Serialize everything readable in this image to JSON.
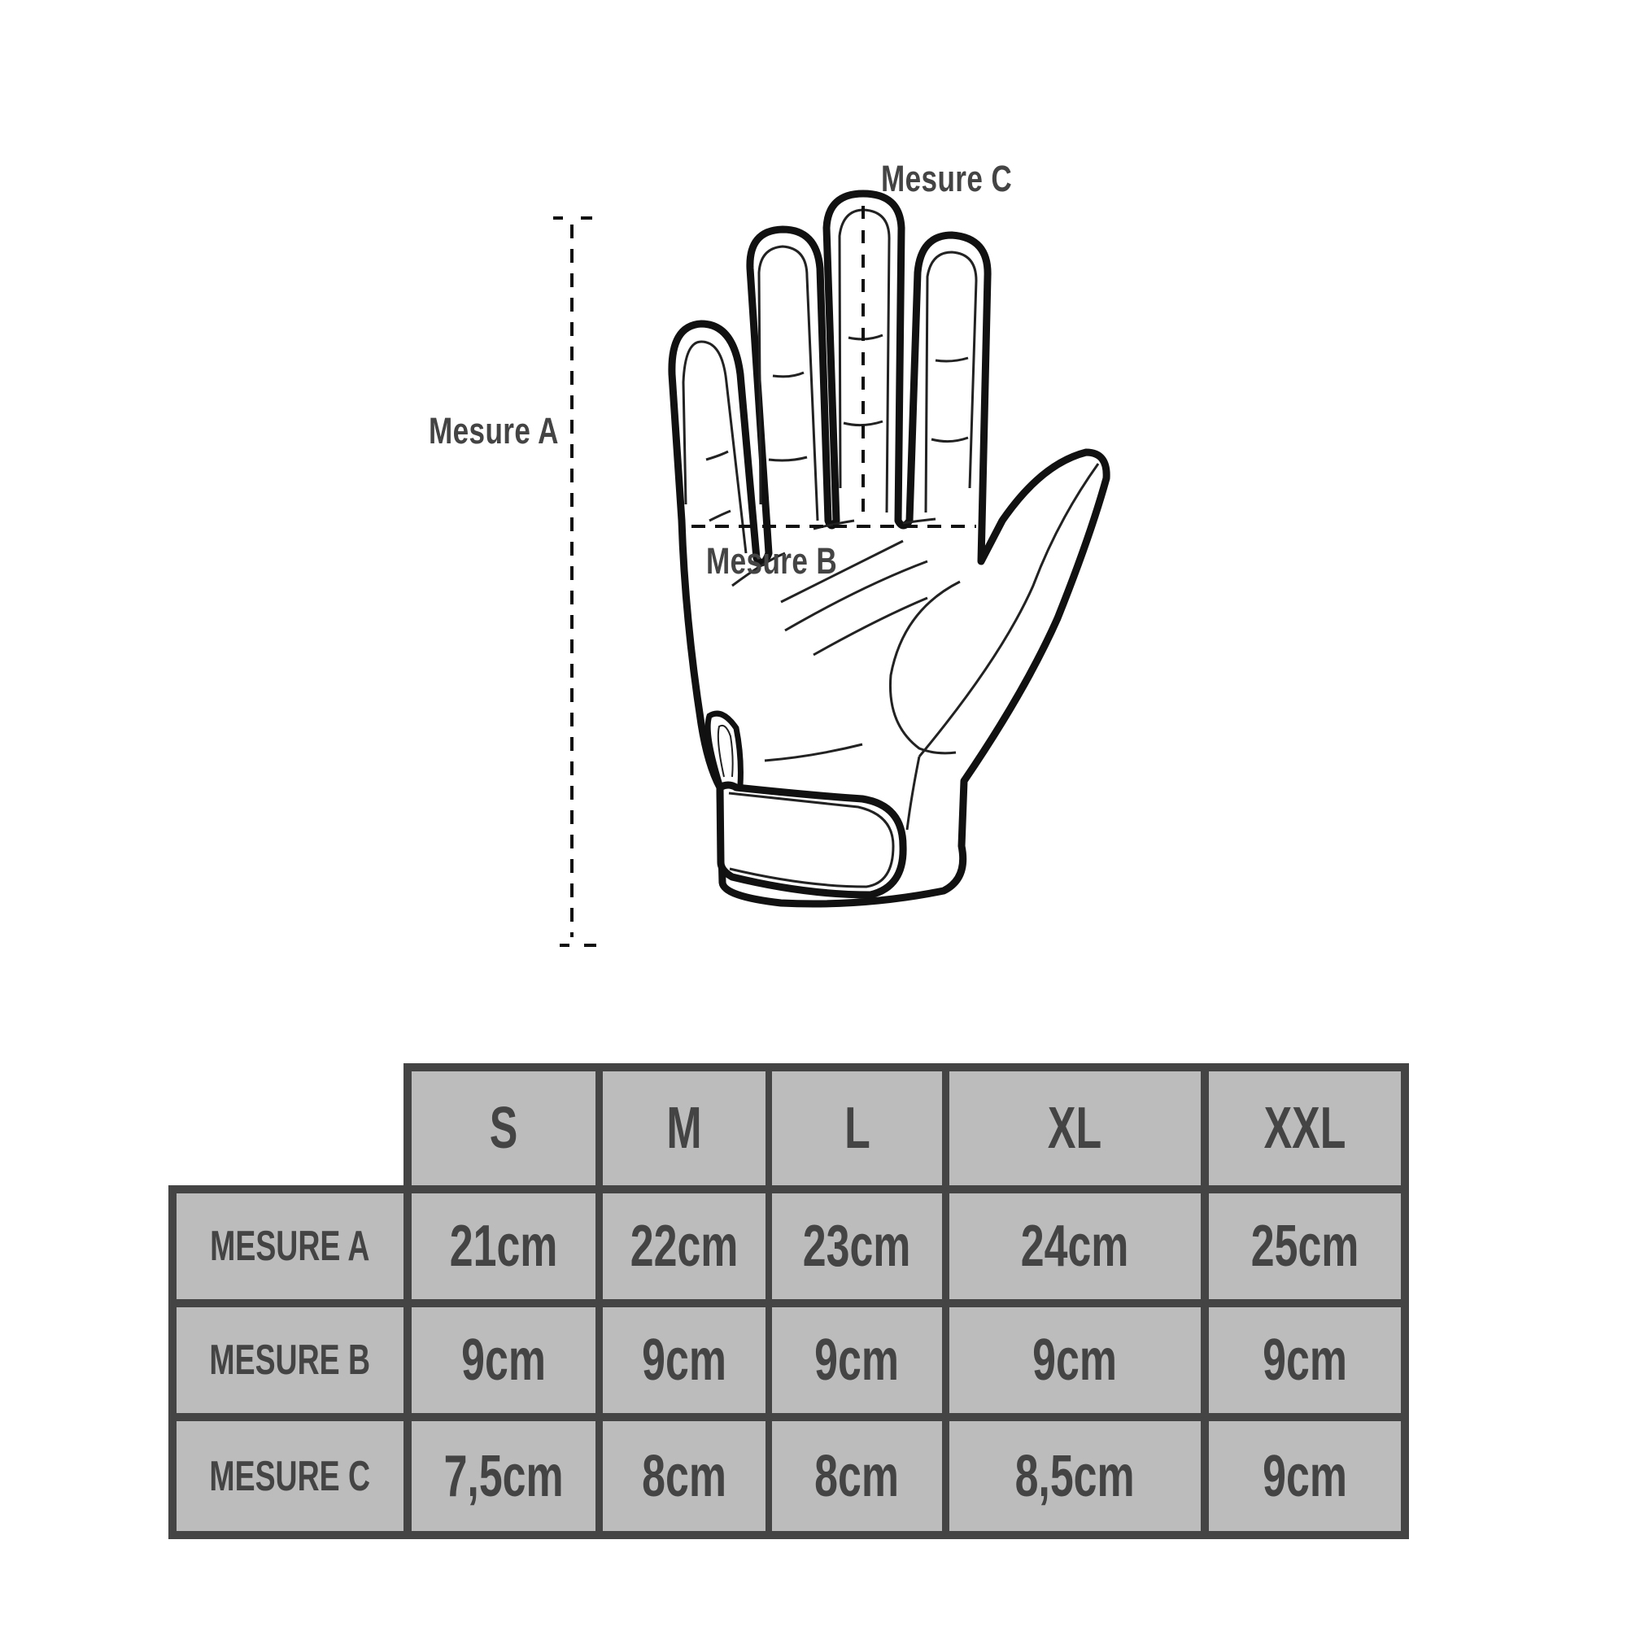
{
  "diagram": {
    "title": "Glove size guide",
    "labels": {
      "mesure_a": "Mesure A",
      "mesure_b": "Mesure B",
      "mesure_c": "Mesure C"
    },
    "colors": {
      "text": "#444444",
      "table_fill": "#bcbcbc",
      "table_border": "#444444",
      "outline": "#111111",
      "shade": "#cfcfcf"
    }
  },
  "size_table": {
    "columns": [
      "S",
      "M",
      "L",
      "XL",
      "XXL"
    ],
    "rows": [
      {
        "label": "MESURE A",
        "values": [
          "21cm",
          "22cm",
          "23cm",
          "24cm",
          "25cm"
        ]
      },
      {
        "label": "MESURE B",
        "values": [
          "9cm",
          "9cm",
          "9cm",
          "9cm",
          "9cm"
        ]
      },
      {
        "label": "MESURE C",
        "values": [
          "7,5cm",
          "8cm",
          "8cm",
          "8,5cm",
          "9cm"
        ]
      }
    ]
  }
}
